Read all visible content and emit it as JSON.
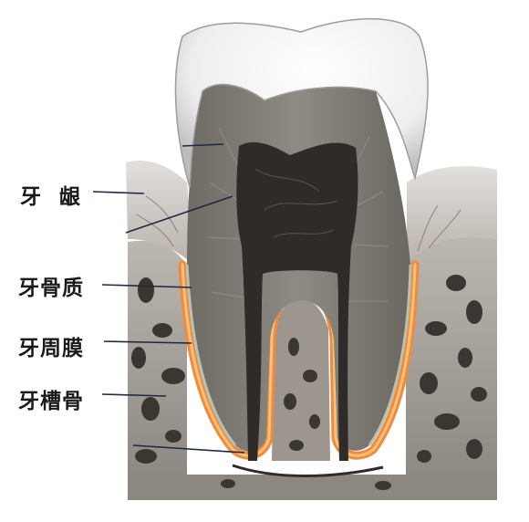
{
  "labels": {
    "gum": "牙 龈",
    "cementum": "牙骨质",
    "periodontal_ligament": "牙周膜",
    "alveolar_bone": "牙槽骨"
  },
  "colors": {
    "enamel": "#f2f2f2",
    "dentin": "#858279",
    "pulp": "#2f2b28",
    "ligament": "#f08a3c",
    "bone": "#a9a39c",
    "gum": "#c9c2bd"
  }
}
